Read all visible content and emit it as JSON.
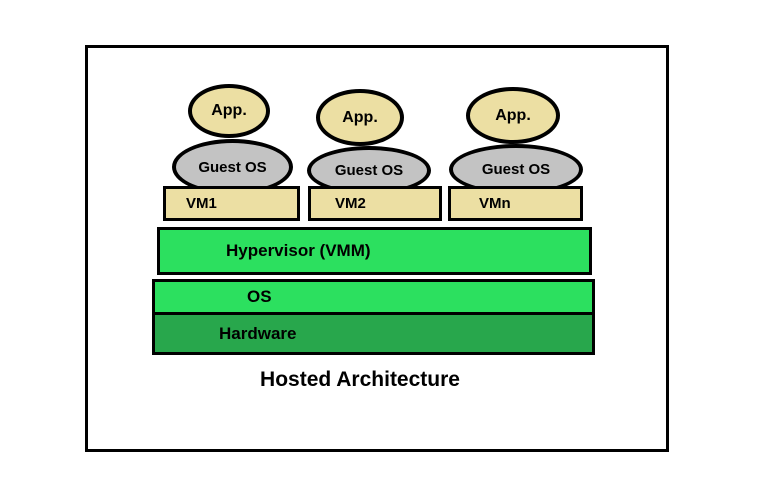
{
  "diagram": {
    "title": "Hosted Architecture",
    "stacks": [
      {
        "app_label": "App.",
        "guest_os_label": "Guest OS",
        "vm_label": "VM1"
      },
      {
        "app_label": "App.",
        "guest_os_label": "Guest OS",
        "vm_label": "VM2"
      },
      {
        "app_label": "App.",
        "guest_os_label": "Guest OS",
        "vm_label": "VMn"
      }
    ],
    "layers": [
      {
        "label": "Hypervisor (VMM)",
        "fill": "#2ce05f"
      },
      {
        "label": "OS",
        "fill": "#2ce05f"
      },
      {
        "label": "Hardware",
        "fill": "#28a74c"
      }
    ],
    "colors": {
      "app_ellipse_fill": "#ecdfa3",
      "guest_os_ellipse_fill": "#c3c3c3",
      "vm_box_fill": "#ecdfa3",
      "outline": "#000000",
      "background": "#ffffff"
    }
  }
}
